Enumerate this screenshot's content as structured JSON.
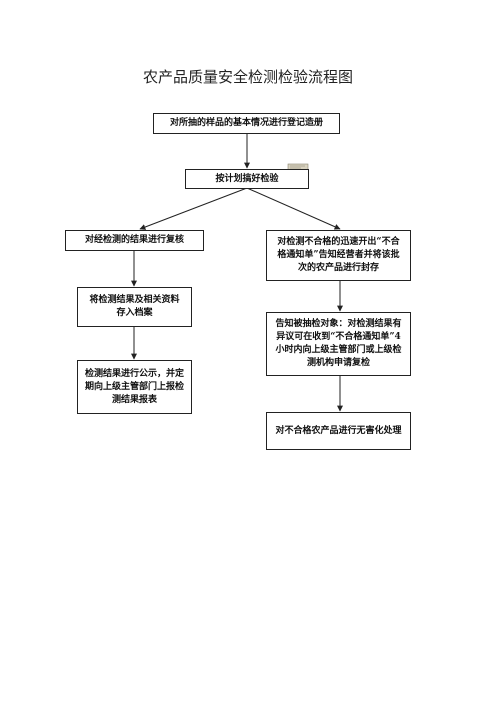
{
  "title": "农产品质量安全检测检验流程图",
  "steps": {
    "register": "对所抽的样品的基本情况进行登记造册",
    "inspect": "按计划搞好检验",
    "recheck": "对经检测的结果进行复核",
    "unqualified_notice": "对检测不合格的迅速开出“不合格通知单”告知经营者并将该批次的农产品进行封存",
    "archive": "将检测结果及相关资料\n存入档案",
    "notify_party": "告知被抽检对象：对检测结果有异议可在收到“不合格通知单”4小时内向上级主管部门或上级检测机构申请复检",
    "publish": "检测结果进行公示，并定期向上级主管部门上报检测结果报表",
    "harmless_disposal": "对不合格农产品进行无害化处理"
  }
}
